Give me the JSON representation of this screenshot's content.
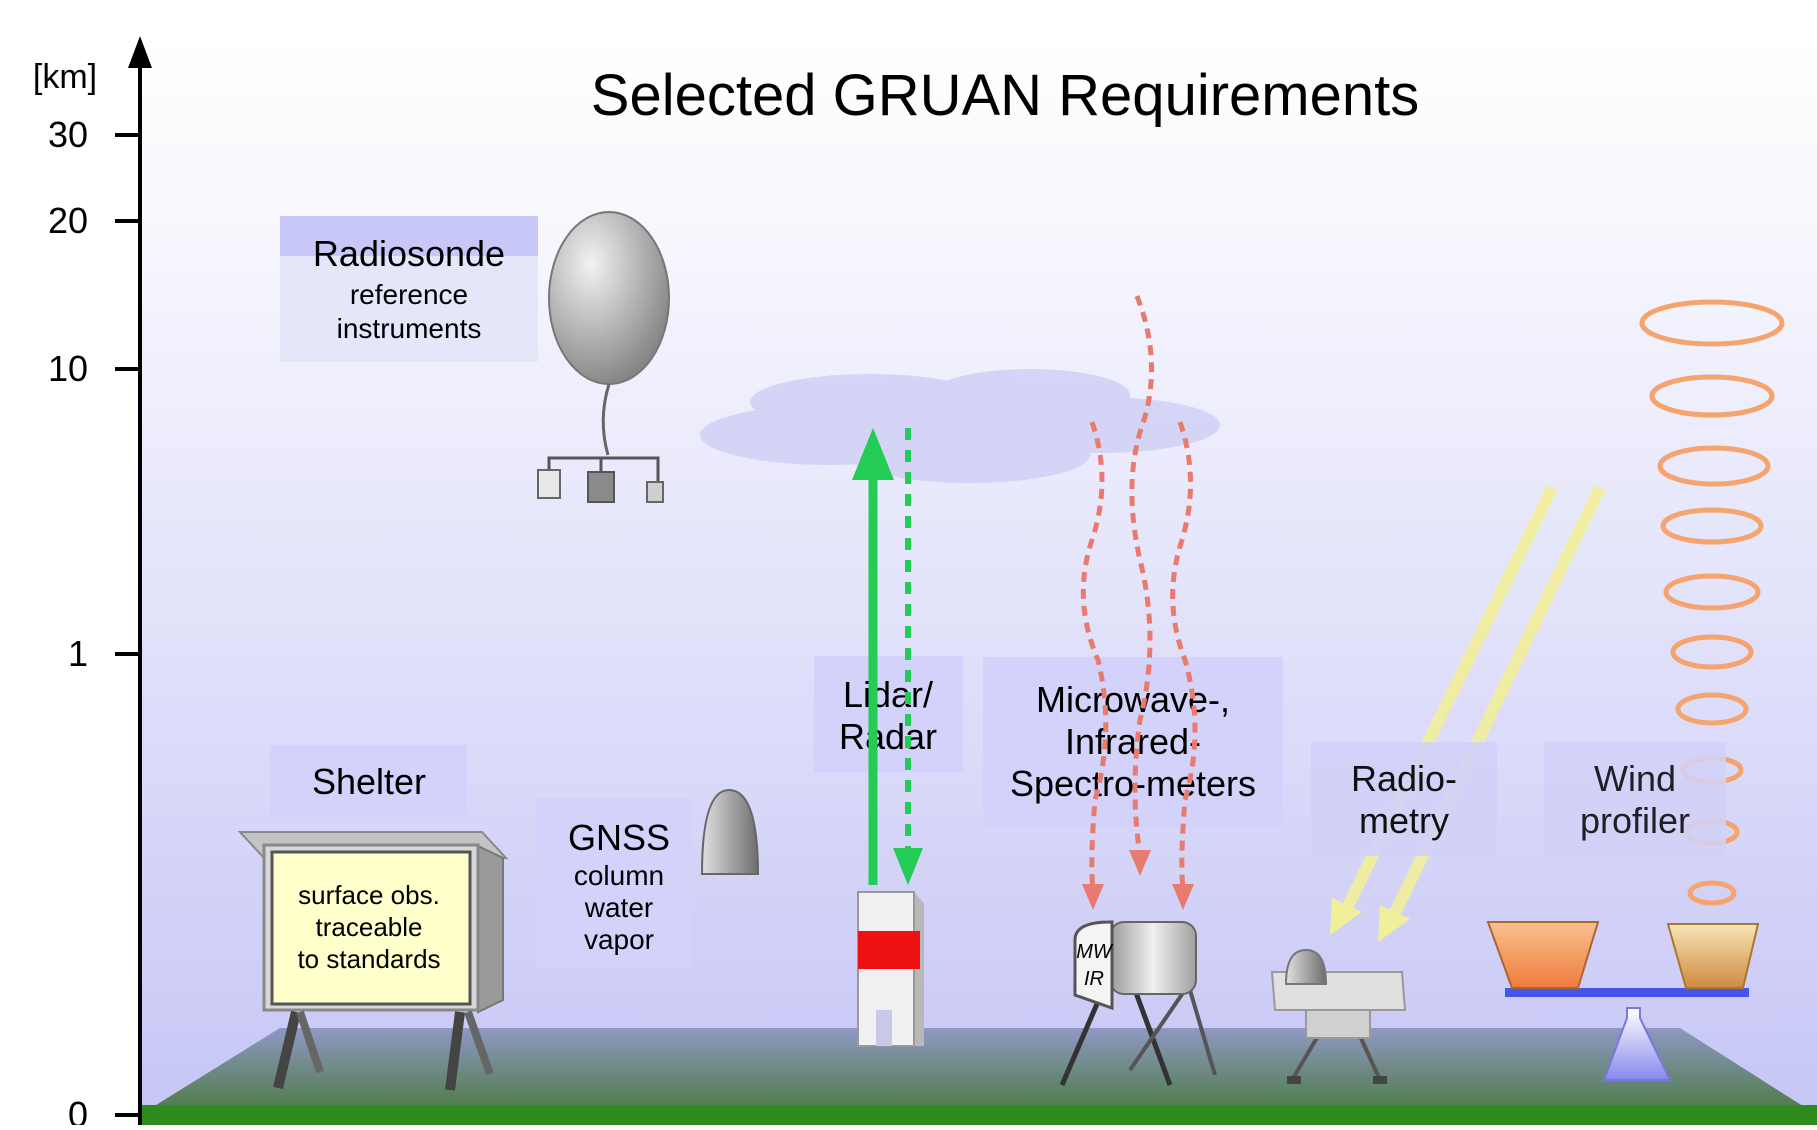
{
  "title": "Selected GRUAN Requirements",
  "axis": {
    "unit": "[km]",
    "ticks": [
      "30",
      "20",
      "10",
      "1",
      "0"
    ]
  },
  "radiosonde": {
    "title": "Radiosonde",
    "line1": "reference",
    "line2": "instruments"
  },
  "shelter": {
    "title": "Shelter",
    "board_line1": "surface obs.",
    "board_line2": "traceable",
    "board_line3": "to standards"
  },
  "gnss": {
    "title": "GNSS",
    "line1": "column",
    "line2": "water",
    "line3": "vapor"
  },
  "lidar": {
    "line1": "Lidar/",
    "line2": "Radar"
  },
  "spectrometers": {
    "line1": "Microwave-,",
    "line2": "Infrared-",
    "line3": "Spectro-meters"
  },
  "spectrometer_device": {
    "line1": "MW",
    "line2": "IR"
  },
  "radiometry": {
    "line1": "Radio-",
    "line2": "metry"
  },
  "wind_profiler": {
    "line1": "Wind",
    "line2": "profiler"
  },
  "colors": {
    "label_box": "#d2d2fa",
    "ground": "#2e8b1e",
    "lidar_arrow": "#22cc55",
    "infrared_wave": "#e87a6e",
    "sun_ray": "#f2ef9a",
    "wind_ring": "#f5a46e",
    "lidar_band": "#ee1111"
  }
}
